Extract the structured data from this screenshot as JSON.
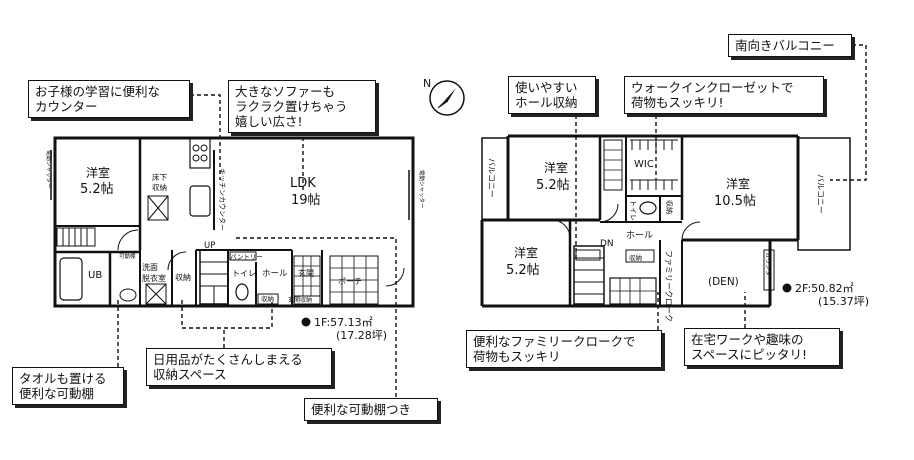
{
  "compass": {
    "north": "N"
  },
  "floor1": {
    "rooms": {
      "washitsu_label": "洋室",
      "washitsu_size": "5.2帖",
      "ldk_label": "LDK",
      "ldk_size": "19帖",
      "bath": "UB",
      "washroom_line1": "洗面",
      "washroom_line2": "脱衣室",
      "storage": "収納",
      "under_floor_line1": "床下",
      "under_floor_line2": "収納",
      "kitchen_counter": "キッチンカウンター",
      "pantry": "パントリー",
      "toilet": "トイレ",
      "hall": "ホール",
      "entrance": "玄関",
      "porch": "ポーチ",
      "storage_small": "収納",
      "entrance_storage": "玄関収納",
      "linen": "可動棚",
      "up": "UP",
      "shutter": "電動シャッター"
    },
    "area": "1F:57.13㎡",
    "tsubo": "(17.28坪)"
  },
  "floor2": {
    "rooms": {
      "room_a_label": "洋室",
      "room_a_size": "5.2帖",
      "room_b_label": "洋室",
      "room_b_size": "5.2帖",
      "master_label": "洋室",
      "master_size": "10.5帖",
      "wic": "WIC",
      "toilet": "トイレ",
      "storage": "収納",
      "hall": "ホール",
      "dn": "DN",
      "family_closet": "ファミリークローク",
      "den": "(DEN)",
      "balcony": "バルコニー",
      "counter": "カウンター",
      "storage_small": "収納"
    },
    "area": "2F:50.82㎡",
    "tsubo": "(15.37坪)"
  },
  "callouts": {
    "study_counter": [
      "お子様の学習に便利な",
      "カウンター"
    ],
    "big_sofa": [
      "大きなソファーも",
      "ラクラク置けちゃう",
      "嬉しい広さ!"
    ],
    "towel_shelf": [
      "タオルも置ける",
      "便利な可動棚"
    ],
    "daily_storage": [
      "日用品がたくさんしまえる",
      "収納スペース"
    ],
    "movable_shelf": [
      "便利な可動棚つき"
    ],
    "hall_storage": [
      "使いやすい",
      "ホール収納"
    ],
    "walk_in_closet": [
      "ウォークインクローゼットで",
      "荷物もスッキリ!"
    ],
    "south_balcony": [
      "南向きバルコニー"
    ],
    "family_closet": [
      "便利なファミリークロークで",
      "荷物もスッキリ"
    ],
    "telework": [
      "在宅ワークや趣味の",
      "スペースにピッタリ!"
    ]
  }
}
